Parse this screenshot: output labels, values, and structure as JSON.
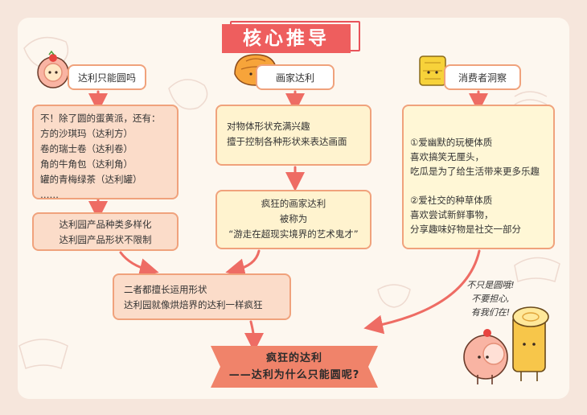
{
  "title": "核心推导",
  "characters": {
    "left_icon": "peach-cake-roll-icon",
    "mid_icon": "croissant-icon",
    "right_icon": "sachima-icon",
    "corner_icons": [
      "peach-cake-roll-icon",
      "swiss-roll-icon"
    ]
  },
  "column1": {
    "question": "达利只能圆吗",
    "box1": [
      "不！除了圆的蛋黄派，还有：",
      "方的沙琪玛（达利方）",
      "卷的瑞士卷（达利卷）",
      "角的牛角包（达利角）",
      "罐的青梅绿茶（达利罐）",
      "……"
    ],
    "box2": [
      "达利园产品种类多样化",
      "达利园产品形状不限制"
    ]
  },
  "column2": {
    "header": "画家达利",
    "box1": [
      "对物体形状充满兴趣",
      "擅于控制各种形状来表达画面"
    ],
    "box2": [
      "疯狂的画家达利",
      "被称为",
      "“游走在超现实境界的艺术鬼才”"
    ]
  },
  "column3": {
    "header": "消费者洞察",
    "box1": [
      "①爱幽默的玩梗体质",
      "喜欢搞笑无厘头，",
      "吃瓜是为了给生活带来更多乐趣",
      "",
      "②爱社交的种草体质",
      "喜欢尝试新鲜事物，",
      "分享趣味好物是社交一部分"
    ]
  },
  "merge_box": [
    "二者都擅长运用形状",
    "达利园就像烘焙界的达利一样疯狂"
  ],
  "conclusion": [
    "疯狂的达利",
    "——达利为什么只能圆呢?"
  ],
  "speech": [
    "不只是圆哦!",
    "不要担心,",
    "有我们在!"
  ],
  "colors": {
    "accent": "#ee5e5e",
    "arrow": "#ee6c64",
    "pink_box": "#fbdcc9",
    "yellow_box": "#fff3cf",
    "border": "#f0a27c"
  }
}
